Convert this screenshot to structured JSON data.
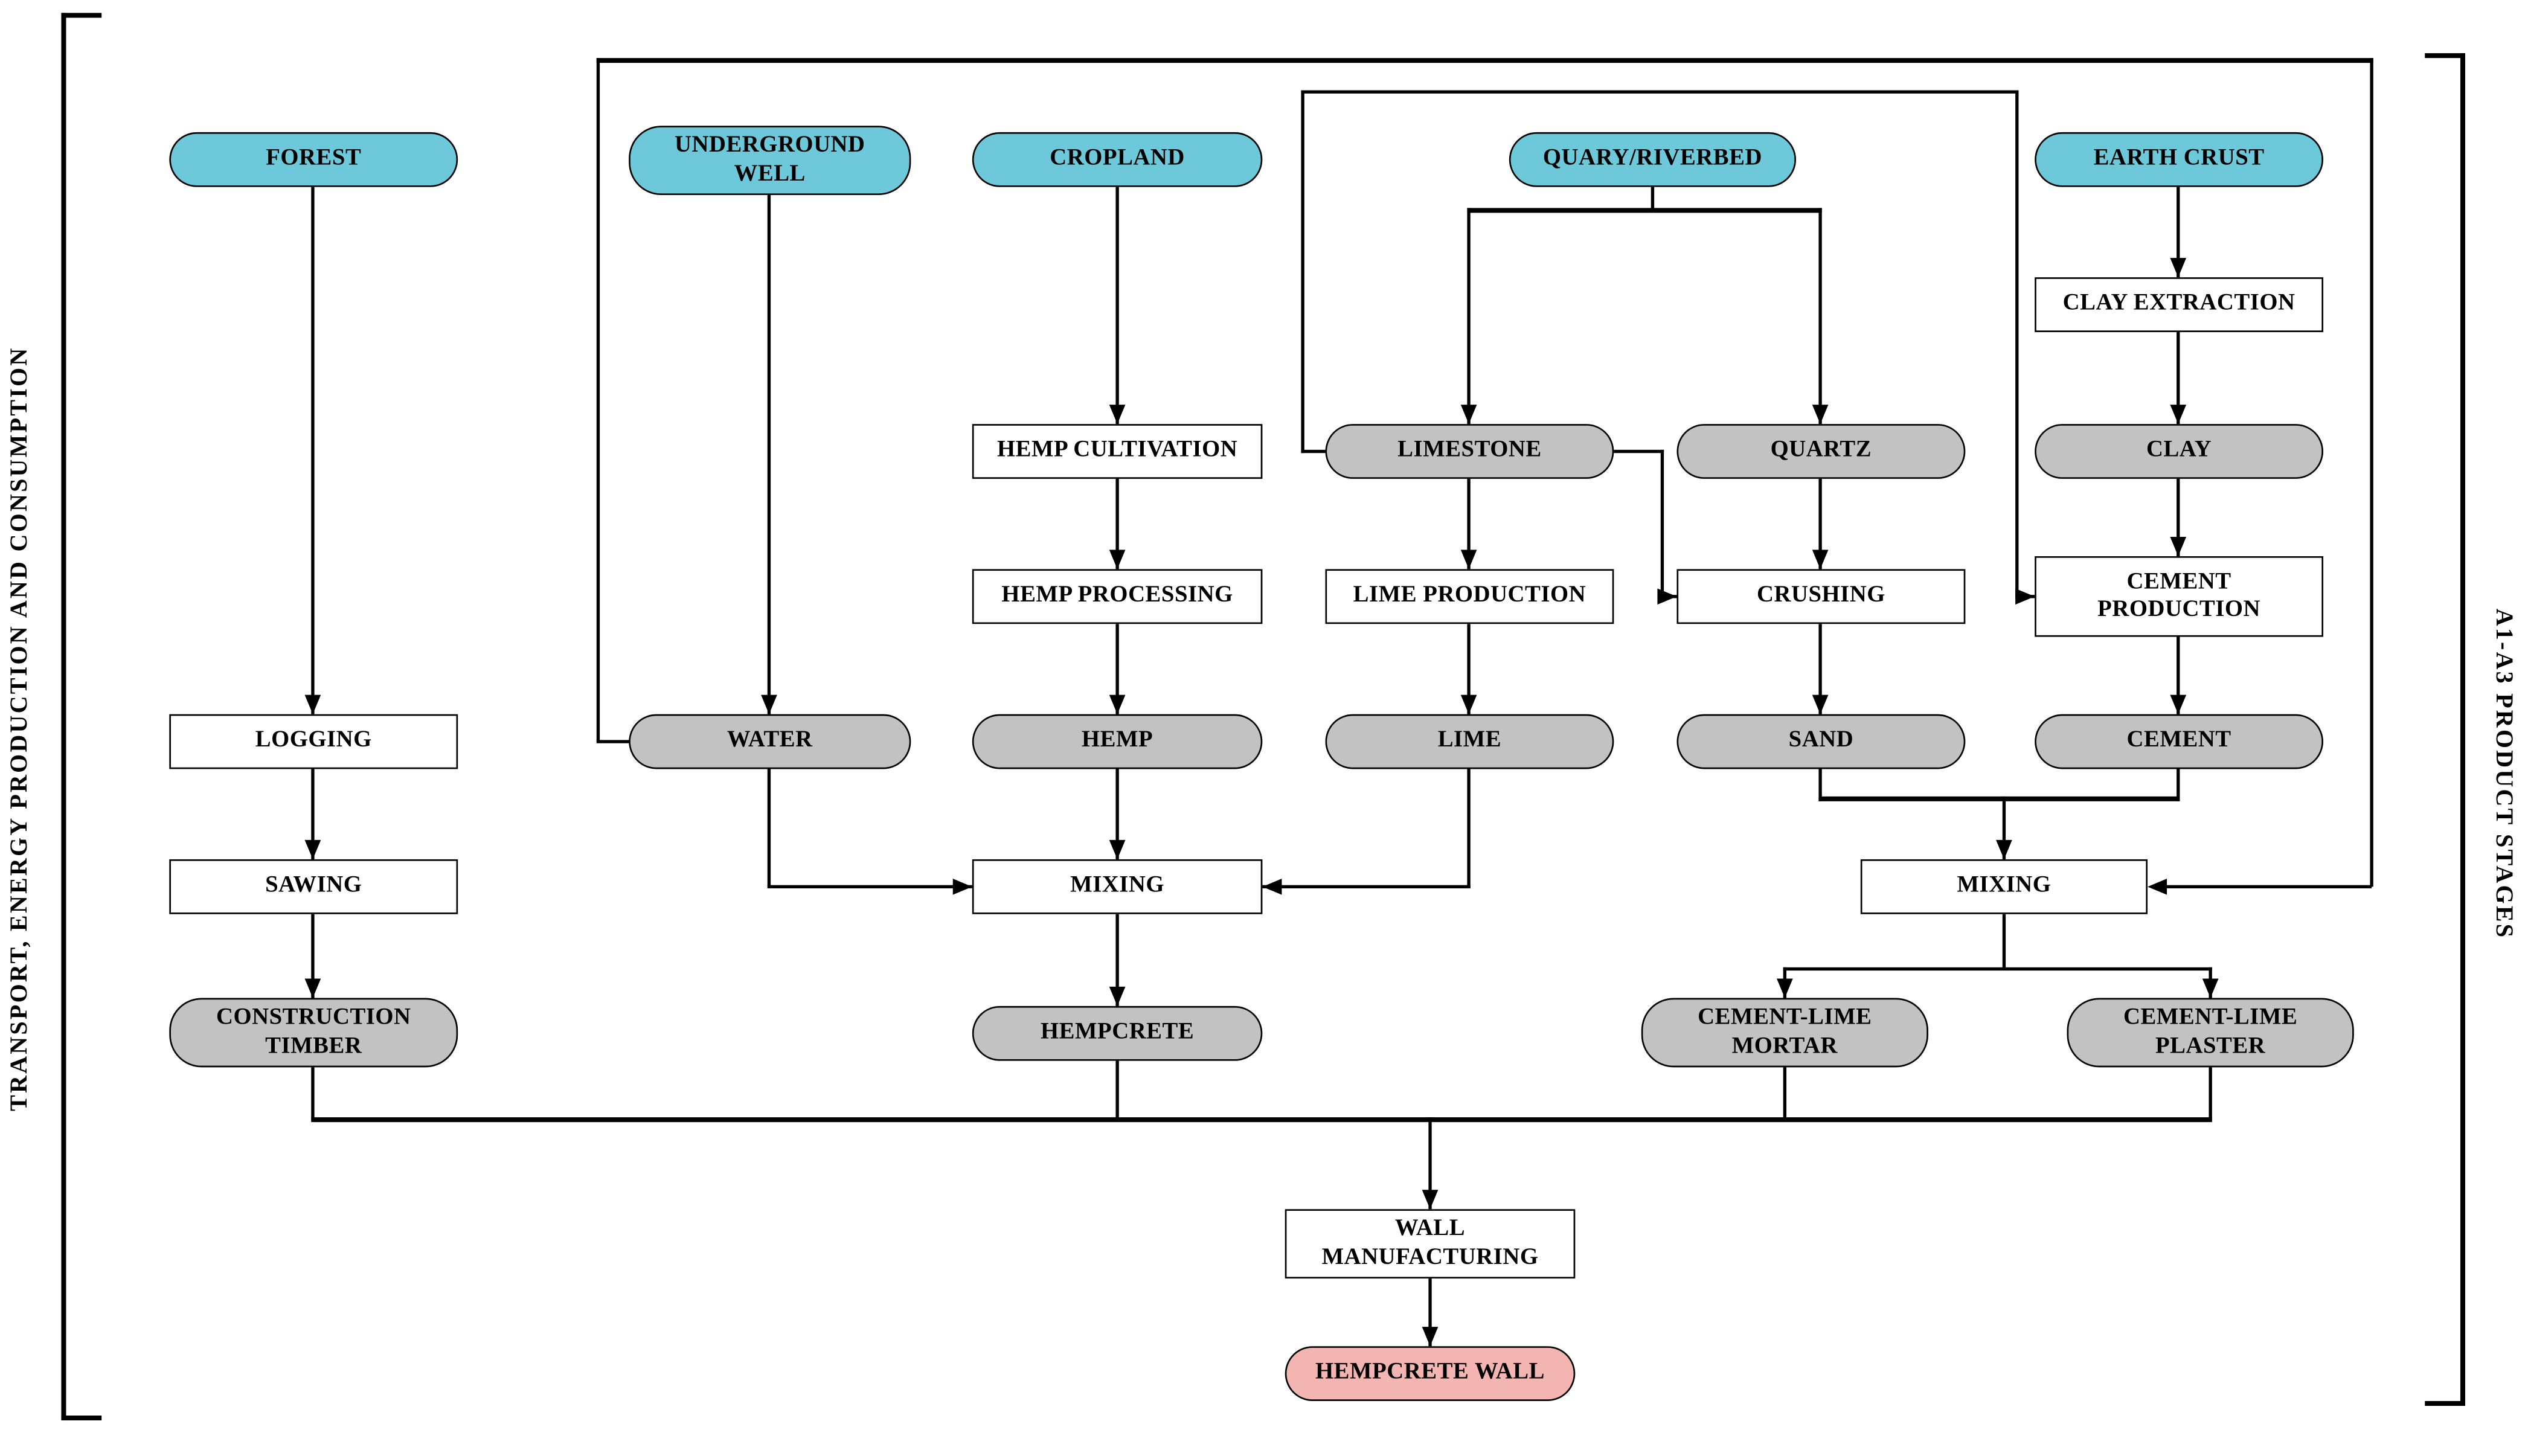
{
  "frame": {
    "left_label": "TRANSPORT, ENERGY PRODUCTION AND CONSUMPTION",
    "right_label": "A1-A3 PRODUCT STAGES"
  },
  "colors": {
    "source_fill": "#6DC9D9",
    "material_fill": "#C2C2C2",
    "process_fill": "#FFFFFF",
    "product_fill": "#F2B5B1",
    "line": "#000000"
  },
  "nodes": {
    "forest": {
      "label": "FOREST",
      "type": "source"
    },
    "underground_well": {
      "label": "UNDERGROUND\nWELL",
      "type": "source"
    },
    "cropland": {
      "label": "CROPLAND",
      "type": "source"
    },
    "quary_riverbed": {
      "label": "QUARY/RIVERBED",
      "type": "source"
    },
    "earth_crust": {
      "label": "EARTH CRUST",
      "type": "source"
    },
    "clay_extraction": {
      "label": "CLAY EXTRACTION",
      "type": "process"
    },
    "hemp_cultivation": {
      "label": "HEMP CULTIVATION",
      "type": "process"
    },
    "limestone": {
      "label": "LIMESTONE",
      "type": "material"
    },
    "quartz": {
      "label": "QUARTZ",
      "type": "material"
    },
    "clay": {
      "label": "CLAY",
      "type": "material"
    },
    "hemp_processing": {
      "label": "HEMP PROCESSING",
      "type": "process"
    },
    "lime_production": {
      "label": "LIME PRODUCTION",
      "type": "process"
    },
    "crushing": {
      "label": "CRUSHING",
      "type": "process"
    },
    "cement_production": {
      "label": "CEMENT\nPRODUCTION",
      "type": "process"
    },
    "logging": {
      "label": "LOGGING",
      "type": "process"
    },
    "water": {
      "label": "WATER",
      "type": "material"
    },
    "hemp": {
      "label": "HEMP",
      "type": "material"
    },
    "lime": {
      "label": "LIME",
      "type": "material"
    },
    "sand": {
      "label": "SAND",
      "type": "material"
    },
    "cement": {
      "label": "CEMENT",
      "type": "material"
    },
    "sawing": {
      "label": "SAWING",
      "type": "process"
    },
    "mixing_left": {
      "label": "MIXING",
      "type": "process"
    },
    "mixing_right": {
      "label": "MIXING",
      "type": "process"
    },
    "construction_timber": {
      "label": "CONSTRUCTION\nTIMBER",
      "type": "material"
    },
    "hempcrete": {
      "label": "HEMPCRETE",
      "type": "material"
    },
    "cement_lime_mortar": {
      "label": "CEMENT-LIME\nMORTAR",
      "type": "material"
    },
    "cement_lime_plaster": {
      "label": "CEMENT-LIME\nPLASTER",
      "type": "material"
    },
    "wall_manufacturing": {
      "label": "WALL\nMANUFACTURING",
      "type": "process"
    },
    "hempcrete_wall": {
      "label": "HEMPCRETE WALL",
      "type": "product"
    }
  },
  "edges": [
    {
      "from": "forest",
      "to": "logging"
    },
    {
      "from": "logging",
      "to": "sawing"
    },
    {
      "from": "sawing",
      "to": "construction_timber"
    },
    {
      "from": "underground_well",
      "to": "water"
    },
    {
      "from": "water",
      "to": "mixing_left"
    },
    {
      "from": "water",
      "to": "mixing_right"
    },
    {
      "from": "cropland",
      "to": "hemp_cultivation"
    },
    {
      "from": "hemp_cultivation",
      "to": "hemp_processing"
    },
    {
      "from": "hemp_processing",
      "to": "hemp"
    },
    {
      "from": "hemp",
      "to": "mixing_left"
    },
    {
      "from": "quary_riverbed",
      "to": "limestone"
    },
    {
      "from": "quary_riverbed",
      "to": "quartz"
    },
    {
      "from": "limestone",
      "to": "lime_production"
    },
    {
      "from": "limestone",
      "to": "crushing"
    },
    {
      "from": "limestone",
      "to": "cement_production"
    },
    {
      "from": "lime_production",
      "to": "lime"
    },
    {
      "from": "lime",
      "to": "mixing_left"
    },
    {
      "from": "quartz",
      "to": "crushing"
    },
    {
      "from": "crushing",
      "to": "sand"
    },
    {
      "from": "sand",
      "to": "mixing_right"
    },
    {
      "from": "earth_crust",
      "to": "clay_extraction"
    },
    {
      "from": "clay_extraction",
      "to": "clay"
    },
    {
      "from": "clay",
      "to": "cement_production"
    },
    {
      "from": "cement_production",
      "to": "cement"
    },
    {
      "from": "cement",
      "to": "mixing_right"
    },
    {
      "from": "mixing_left",
      "to": "hempcrete"
    },
    {
      "from": "mixing_right",
      "to": "cement_lime_mortar"
    },
    {
      "from": "mixing_right",
      "to": "cement_lime_plaster"
    },
    {
      "from": "construction_timber",
      "to": "wall_manufacturing"
    },
    {
      "from": "hempcrete",
      "to": "wall_manufacturing"
    },
    {
      "from": "cement_lime_mortar",
      "to": "wall_manufacturing"
    },
    {
      "from": "cement_lime_plaster",
      "to": "wall_manufacturing"
    },
    {
      "from": "wall_manufacturing",
      "to": "hempcrete_wall"
    }
  ]
}
